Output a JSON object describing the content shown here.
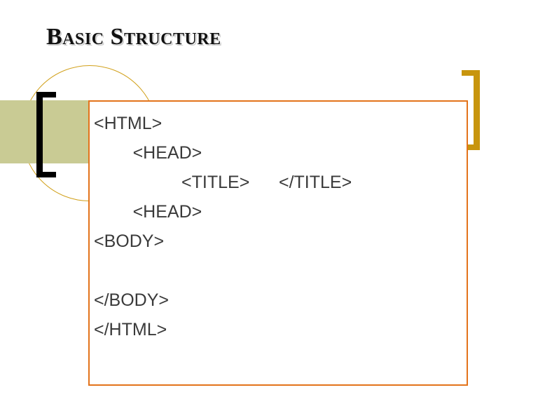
{
  "slide": {
    "title": "Basic Structure",
    "background_color": "#FFFFFF"
  },
  "decorations": {
    "circle": {
      "name": "gold-circle-outline",
      "color": "#D1A01A"
    },
    "band": {
      "name": "khaki-band",
      "color": "#C9CB94"
    },
    "bracket_left": {
      "name": "black-open-bracket",
      "glyph": "[",
      "color": "#000000"
    },
    "bracket_right": {
      "name": "gold-close-bracket",
      "glyph": "]",
      "color": "#C8950D"
    }
  },
  "code_box": {
    "border_color": "#E3731B",
    "text_color": "#3A3A3A",
    "lines": [
      "<HTML>",
      "        <HEAD>",
      "                  <TITLE>      </TITLE>",
      "        <HEAD>",
      "<BODY>",
      "",
      "</BODY>",
      "</HTML>"
    ]
  }
}
